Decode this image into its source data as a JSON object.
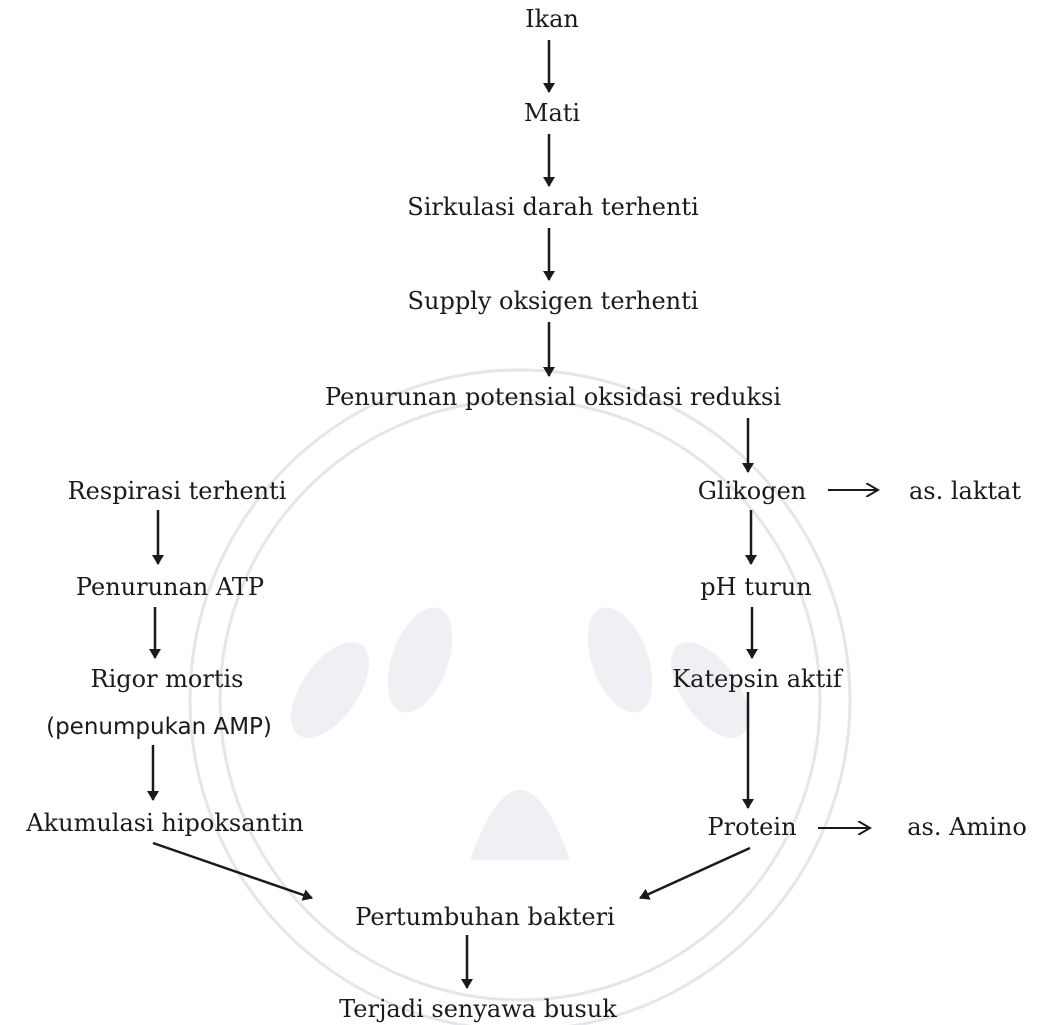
{
  "nodes": {
    "ikan": "Ikan",
    "mati": "Mati",
    "sirkulasi": "Sirkulasi darah terhenti",
    "supply": "Supply oksigen terhenti",
    "penurunan_potensial": "Penurunan potensial oksidasi reduksi",
    "respirasi": "Respirasi terhenti",
    "penurunan_atp": "Penurunan ATP",
    "rigor": "Rigor mortis",
    "penumpukan_amp": "(penumpukan AMP)",
    "akumulasi": "Akumulasi hipoksantin",
    "glikogen": "Glikogen",
    "as_laktat": "as. laktat",
    "ph_turun": "pH turun",
    "katepsin": "Katepsin aktif",
    "protein": "Protein",
    "as_amino": "as. Amino",
    "pertumbuhan": "Pertumbuhan bakteri",
    "busuk": "Terjadi senyawa busuk"
  },
  "colors": {
    "ink": "#1a1a1a",
    "watermark": "#c9cdd3"
  }
}
